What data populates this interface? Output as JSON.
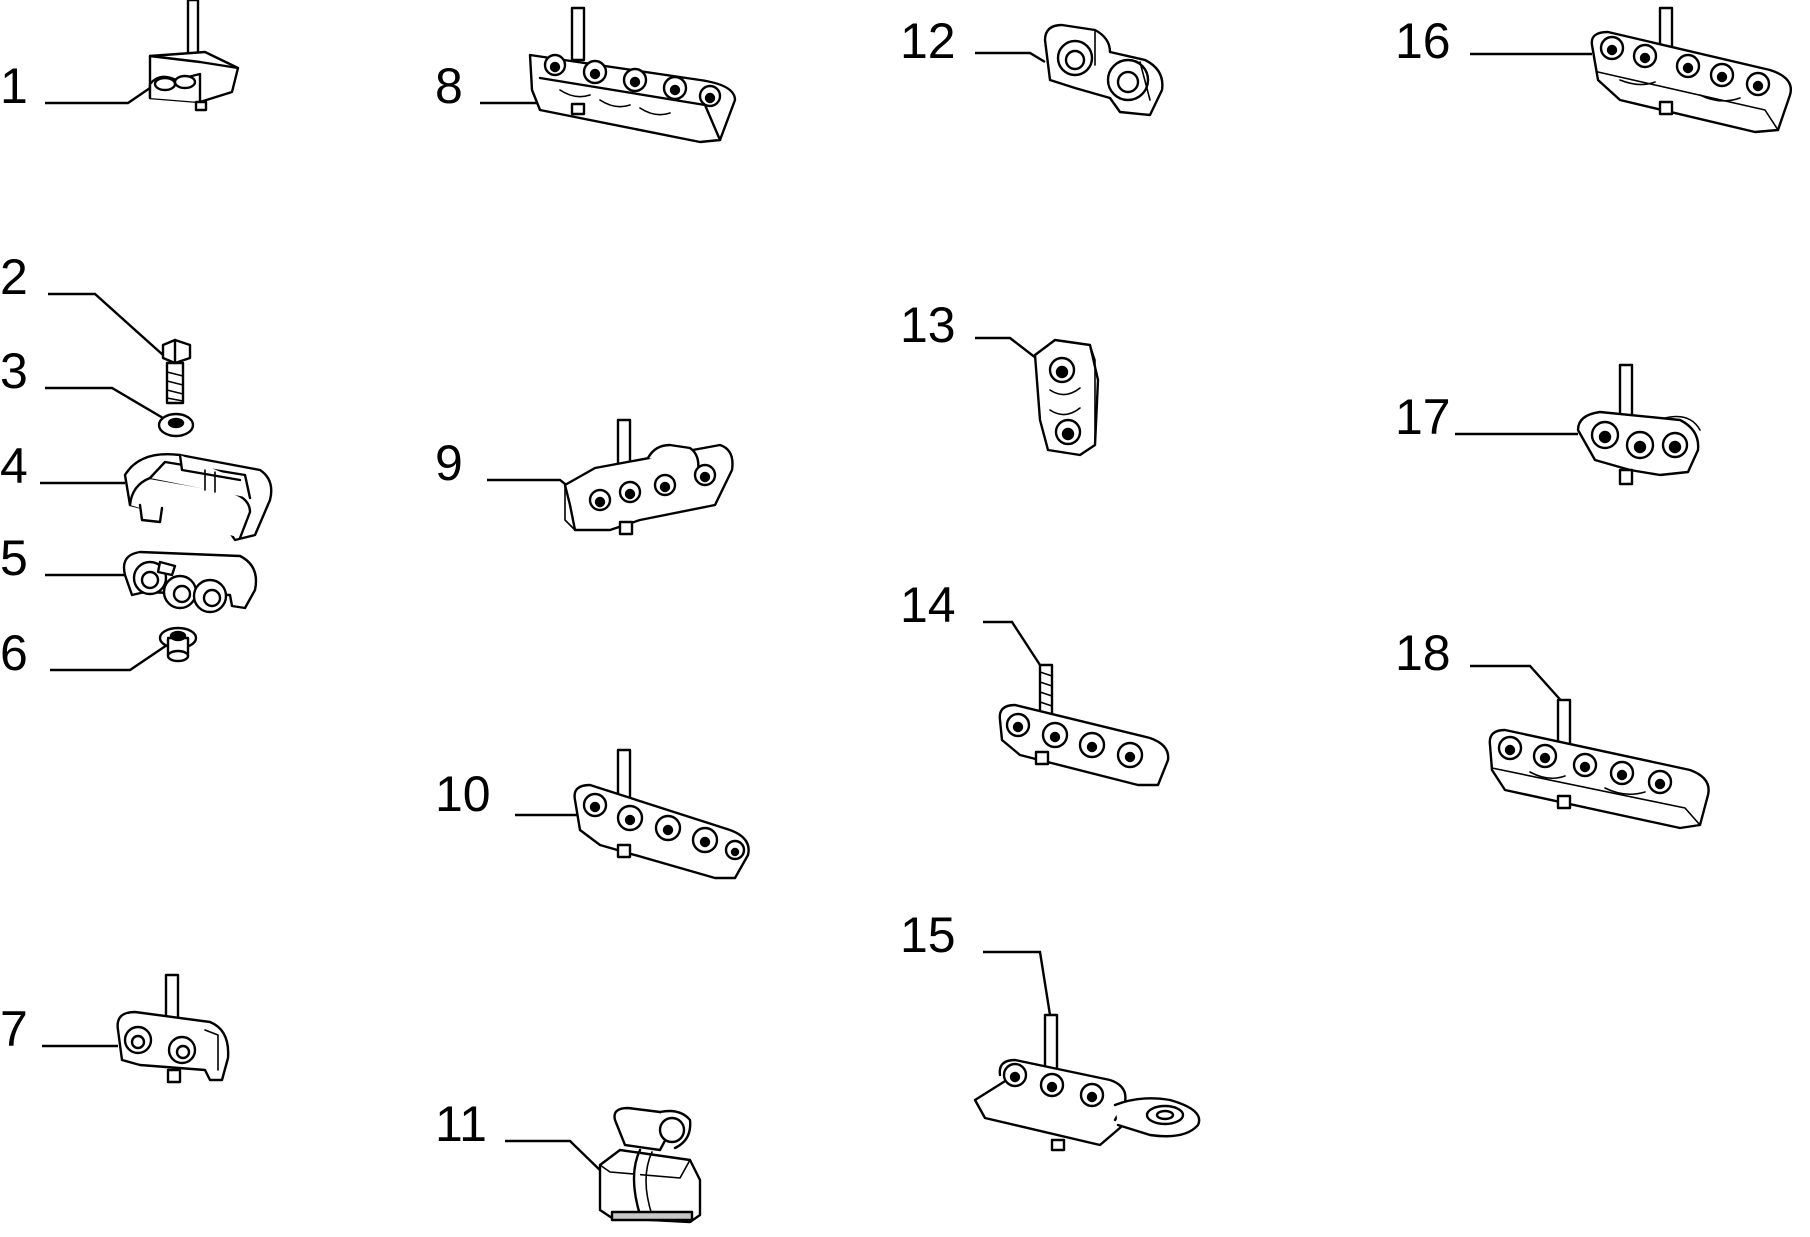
{
  "diagram": {
    "type": "exploded parts diagram",
    "line_color": "#000000",
    "background": "#ffffff",
    "callouts": [
      {
        "number": "1"
      },
      {
        "number": "2"
      },
      {
        "number": "3"
      },
      {
        "number": "4"
      },
      {
        "number": "5"
      },
      {
        "number": "6"
      },
      {
        "number": "7"
      },
      {
        "number": "8"
      },
      {
        "number": "9"
      },
      {
        "number": "10"
      },
      {
        "number": "11"
      },
      {
        "number": "12"
      },
      {
        "number": "13"
      },
      {
        "number": "14"
      },
      {
        "number": "15"
      },
      {
        "number": "16"
      },
      {
        "number": "17"
      },
      {
        "number": "18"
      }
    ],
    "parts": [
      {
        "callout": "1",
        "icon": "single-pipe-clip-with-stud-icon"
      },
      {
        "callout": "2",
        "icon": "hex-bolt-icon"
      },
      {
        "callout": "3",
        "icon": "washer-icon"
      },
      {
        "callout": "4",
        "icon": "clamp-cover-icon"
      },
      {
        "callout": "5",
        "icon": "triple-pipe-holder-icon"
      },
      {
        "callout": "6",
        "icon": "flanged-nut-icon"
      },
      {
        "callout": "7",
        "icon": "double-pipe-clip-with-stud-icon"
      },
      {
        "callout": "8",
        "icon": "multi-pipe-clip-with-stud-icon"
      },
      {
        "callout": "9",
        "icon": "triple-pipe-clip-with-stud-icon"
      },
      {
        "callout": "10",
        "icon": "multi-pipe-clip-with-stud-icon"
      },
      {
        "callout": "11",
        "icon": "bracket-clip-icon"
      },
      {
        "callout": "12",
        "icon": "double-pipe-clip-icon"
      },
      {
        "callout": "13",
        "icon": "vertical-pipe-clip-icon"
      },
      {
        "callout": "14",
        "icon": "multi-pipe-clip-with-threaded-stud-icon"
      },
      {
        "callout": "15",
        "icon": "pipe-clip-with-mounting-tab-icon"
      },
      {
        "callout": "16",
        "icon": "multi-pipe-clip-with-stud-icon"
      },
      {
        "callout": "17",
        "icon": "double-pipe-clip-with-stud-icon"
      },
      {
        "callout": "18",
        "icon": "long-multi-pipe-clip-with-stud-icon"
      }
    ]
  }
}
